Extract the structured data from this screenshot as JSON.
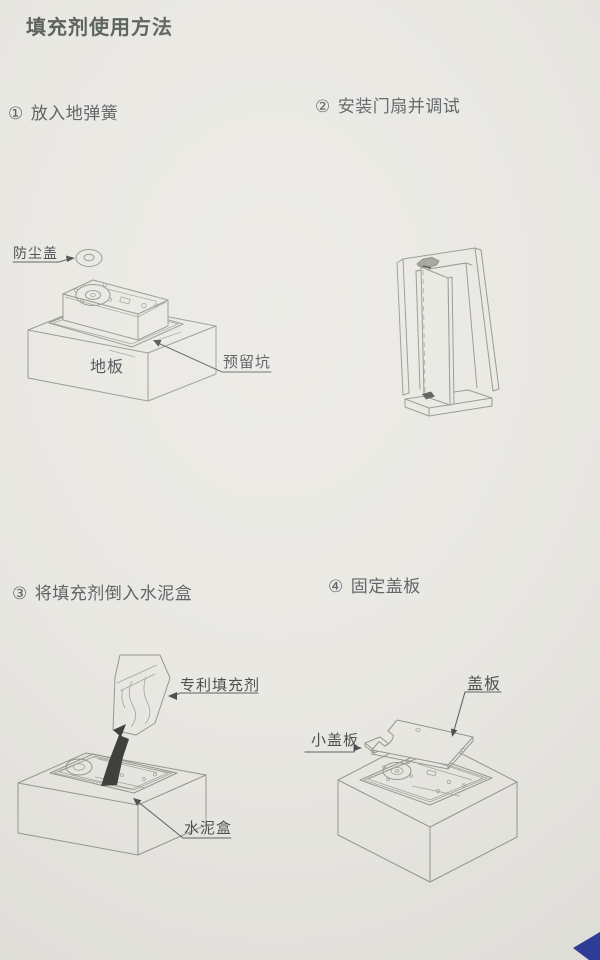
{
  "page": {
    "title": "填充剂使用方法",
    "paper_color": "#e9e8e3",
    "ink_color": "#4b5052",
    "line_art_color": "#97978f",
    "accent_corner_color": "#2e3c96"
  },
  "steps": [
    {
      "number": "①",
      "label": "放入地弹簧"
    },
    {
      "number": "②",
      "label": "安装门扇并调试"
    },
    {
      "number": "③",
      "label": "将填充剂倒入水泥盒"
    },
    {
      "number": "④",
      "label": "固定盖板"
    }
  ],
  "callouts": {
    "dust_cover": "防尘盖",
    "floor": "地板",
    "reserved_pit": "预留坑",
    "patent_filler": "专利填充剂",
    "cement_box": "水泥盒",
    "cover_plate": "盖板",
    "small_cover_plate": "小盖板"
  }
}
